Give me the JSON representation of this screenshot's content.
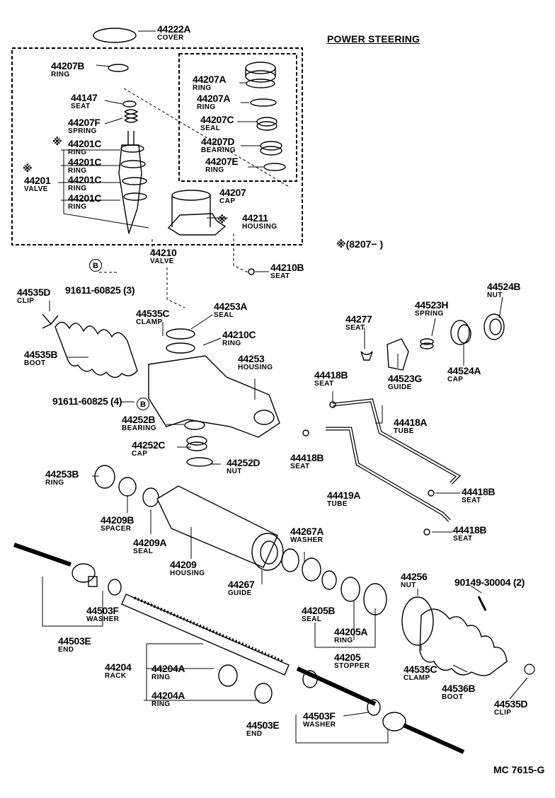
{
  "title": "POWER STEERING",
  "note": "※(8207−      )",
  "ref": "MC 7615-G",
  "star_mark": "※",
  "bolt_ref": "B",
  "labels": [
    {
      "id": "l44222A",
      "pn": "44222A",
      "nm": "COVER"
    },
    {
      "id": "l44207B",
      "pn": "44207B",
      "nm": "RING"
    },
    {
      "id": "l44147",
      "pn": "44147",
      "nm": "SEAT"
    },
    {
      "id": "l44207F",
      "pn": "44207F",
      "nm": "SPRING"
    },
    {
      "id": "l44201C1",
      "pn": "44201C",
      "nm": "RING"
    },
    {
      "id": "l44201C2",
      "pn": "44201C",
      "nm": "RING"
    },
    {
      "id": "l44201C3",
      "pn": "44201C",
      "nm": "RING"
    },
    {
      "id": "l44201C4",
      "pn": "44201C",
      "nm": "RING"
    },
    {
      "id": "l44201",
      "pn": "44201",
      "nm": "VALVE"
    },
    {
      "id": "l44207A1",
      "pn": "44207A",
      "nm": "RING"
    },
    {
      "id": "l44207A2",
      "pn": "44207A",
      "nm": "RING"
    },
    {
      "id": "l44207C",
      "pn": "44207C",
      "nm": "SEAL"
    },
    {
      "id": "l44207D",
      "pn": "44207D",
      "nm": "BEARING"
    },
    {
      "id": "l44207E",
      "pn": "44207E",
      "nm": "RING"
    },
    {
      "id": "l44207",
      "pn": "44207",
      "nm": "CAP"
    },
    {
      "id": "l44211",
      "pn": "44211",
      "nm": "HOUSING"
    },
    {
      "id": "l44210",
      "pn": "44210",
      "nm": "VALVE"
    },
    {
      "id": "l44210B",
      "pn": "44210B",
      "nm": "SEAT"
    },
    {
      "id": "l91611a",
      "pn": "91611-60825 (3)",
      "nm": ""
    },
    {
      "id": "l44535D1",
      "pn": "44535D",
      "nm": "CLIP"
    },
    {
      "id": "l44535C1",
      "pn": "44535C",
      "nm": "CLAMP"
    },
    {
      "id": "l44253A",
      "pn": "44253A",
      "nm": "SEAL"
    },
    {
      "id": "l44210C",
      "pn": "44210C",
      "nm": "RING"
    },
    {
      "id": "l44535B",
      "pn": "44535B",
      "nm": "BOOT"
    },
    {
      "id": "l44253",
      "pn": "44253",
      "nm": "HOUSING"
    },
    {
      "id": "l44277",
      "pn": "44277",
      "nm": "SEAT"
    },
    {
      "id": "l44523H",
      "pn": "44523H",
      "nm": "SPRING"
    },
    {
      "id": "l44524B",
      "pn": "44524B",
      "nm": "NUT"
    },
    {
      "id": "l44523G",
      "pn": "44523G",
      "nm": "GUIDE"
    },
    {
      "id": "l44524A",
      "pn": "44524A",
      "nm": "CAP"
    },
    {
      "id": "l44418B1",
      "pn": "44418B",
      "nm": "SEAT"
    },
    {
      "id": "l91611b",
      "pn": "91611-60825 (4)",
      "nm": ""
    },
    {
      "id": "l44252B",
      "pn": "44252B",
      "nm": "BEARING"
    },
    {
      "id": "l44252C",
      "pn": "44252C",
      "nm": "CAP"
    },
    {
      "id": "l44252D",
      "pn": "44252D",
      "nm": "NUT"
    },
    {
      "id": "l44418A",
      "pn": "44418A",
      "nm": "TUBE"
    },
    {
      "id": "l44418B2",
      "pn": "44418B",
      "nm": "SEAT"
    },
    {
      "id": "l44253B",
      "pn": "44253B",
      "nm": "RING"
    },
    {
      "id": "l44419A",
      "pn": "44419A",
      "nm": "TUBE"
    },
    {
      "id": "l44418B3",
      "pn": "44418B",
      "nm": "SEAT"
    },
    {
      "id": "l44209B",
      "pn": "44209B",
      "nm": "SPACER"
    },
    {
      "id": "l44209A",
      "pn": "44209A",
      "nm": "SEAL"
    },
    {
      "id": "l44267A",
      "pn": "44267A",
      "nm": "WASHER"
    },
    {
      "id": "l44418B4",
      "pn": "44418B",
      "nm": "SEAT"
    },
    {
      "id": "l44209",
      "pn": "44209",
      "nm": "HOUSING"
    },
    {
      "id": "l44267",
      "pn": "44267",
      "nm": "GUIDE"
    },
    {
      "id": "l44256",
      "pn": "44256",
      "nm": "NUT"
    },
    {
      "id": "l90149",
      "pn": "90149-30004 (2)",
      "nm": ""
    },
    {
      "id": "l44503F1",
      "pn": "44503F",
      "nm": "WASHER"
    },
    {
      "id": "l44205B",
      "pn": "44205B",
      "nm": "SEAL"
    },
    {
      "id": "l44205A",
      "pn": "44205A",
      "nm": "RING"
    },
    {
      "id": "l44503E1",
      "pn": "44503E",
      "nm": "END"
    },
    {
      "id": "l44205",
      "pn": "44205",
      "nm": "STOPPER"
    },
    {
      "id": "l44535C2",
      "pn": "44535C",
      "nm": "CLAMP"
    },
    {
      "id": "l44536B",
      "pn": "44536B",
      "nm": "BOOT"
    },
    {
      "id": "l44204",
      "pn": "44204",
      "nm": "RACK"
    },
    {
      "id": "l44204A1",
      "pn": "44204A",
      "nm": "RING"
    },
    {
      "id": "l44204A2",
      "pn": "44204A",
      "nm": "RING"
    },
    {
      "id": "l44535D2",
      "pn": "44535D",
      "nm": "CLIP"
    },
    {
      "id": "l44503F2",
      "pn": "44503F",
      "nm": "WASHER"
    },
    {
      "id": "l44503E2",
      "pn": "44503E",
      "nm": "END"
    }
  ]
}
